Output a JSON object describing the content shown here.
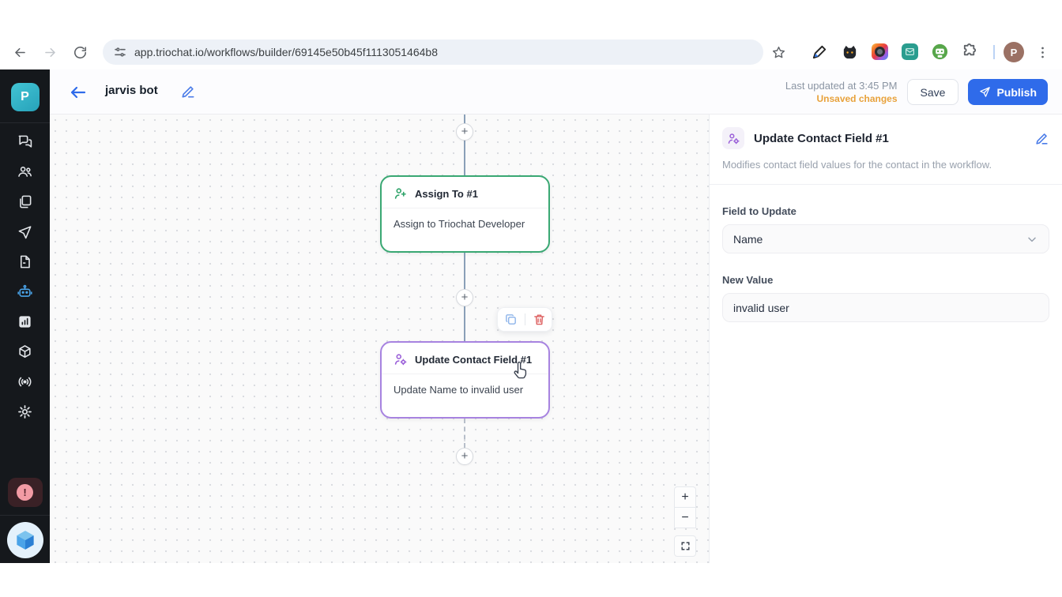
{
  "browser": {
    "url": "app.triochat.io/workflows/builder/69145e50b45f1113051464b8",
    "profile_initial": "P"
  },
  "header": {
    "workflow_name": "jarvis bot",
    "last_updated": "Last updated at 3:45 PM",
    "unsaved": "Unsaved changes",
    "save_label": "Save",
    "publish_label": "Publish"
  },
  "sidebar": {
    "workspace_initial": "P",
    "error_glyph": "!"
  },
  "canvas": {
    "assign_node": {
      "title": "Assign To #1",
      "body": "Assign to Triochat Developer"
    },
    "update_node": {
      "title": "Update Contact Field #1",
      "body": "Update Name to invalid user"
    },
    "plus": "+",
    "zoom_in": "+",
    "zoom_out": "−"
  },
  "panel": {
    "title": "Update Contact Field #1",
    "description": "Modifies contact field values for the contact in the workflow.",
    "field_to_update_label": "Field to Update",
    "field_to_update_value": "Name",
    "new_value_label": "New Value",
    "new_value": "invalid user"
  },
  "colors": {
    "accent_blue": "#2f6bea",
    "node_green": "#3aa873",
    "node_purple": "#a783e0",
    "warning_orange": "#e8a23c",
    "danger_red": "#dd5f5f"
  }
}
